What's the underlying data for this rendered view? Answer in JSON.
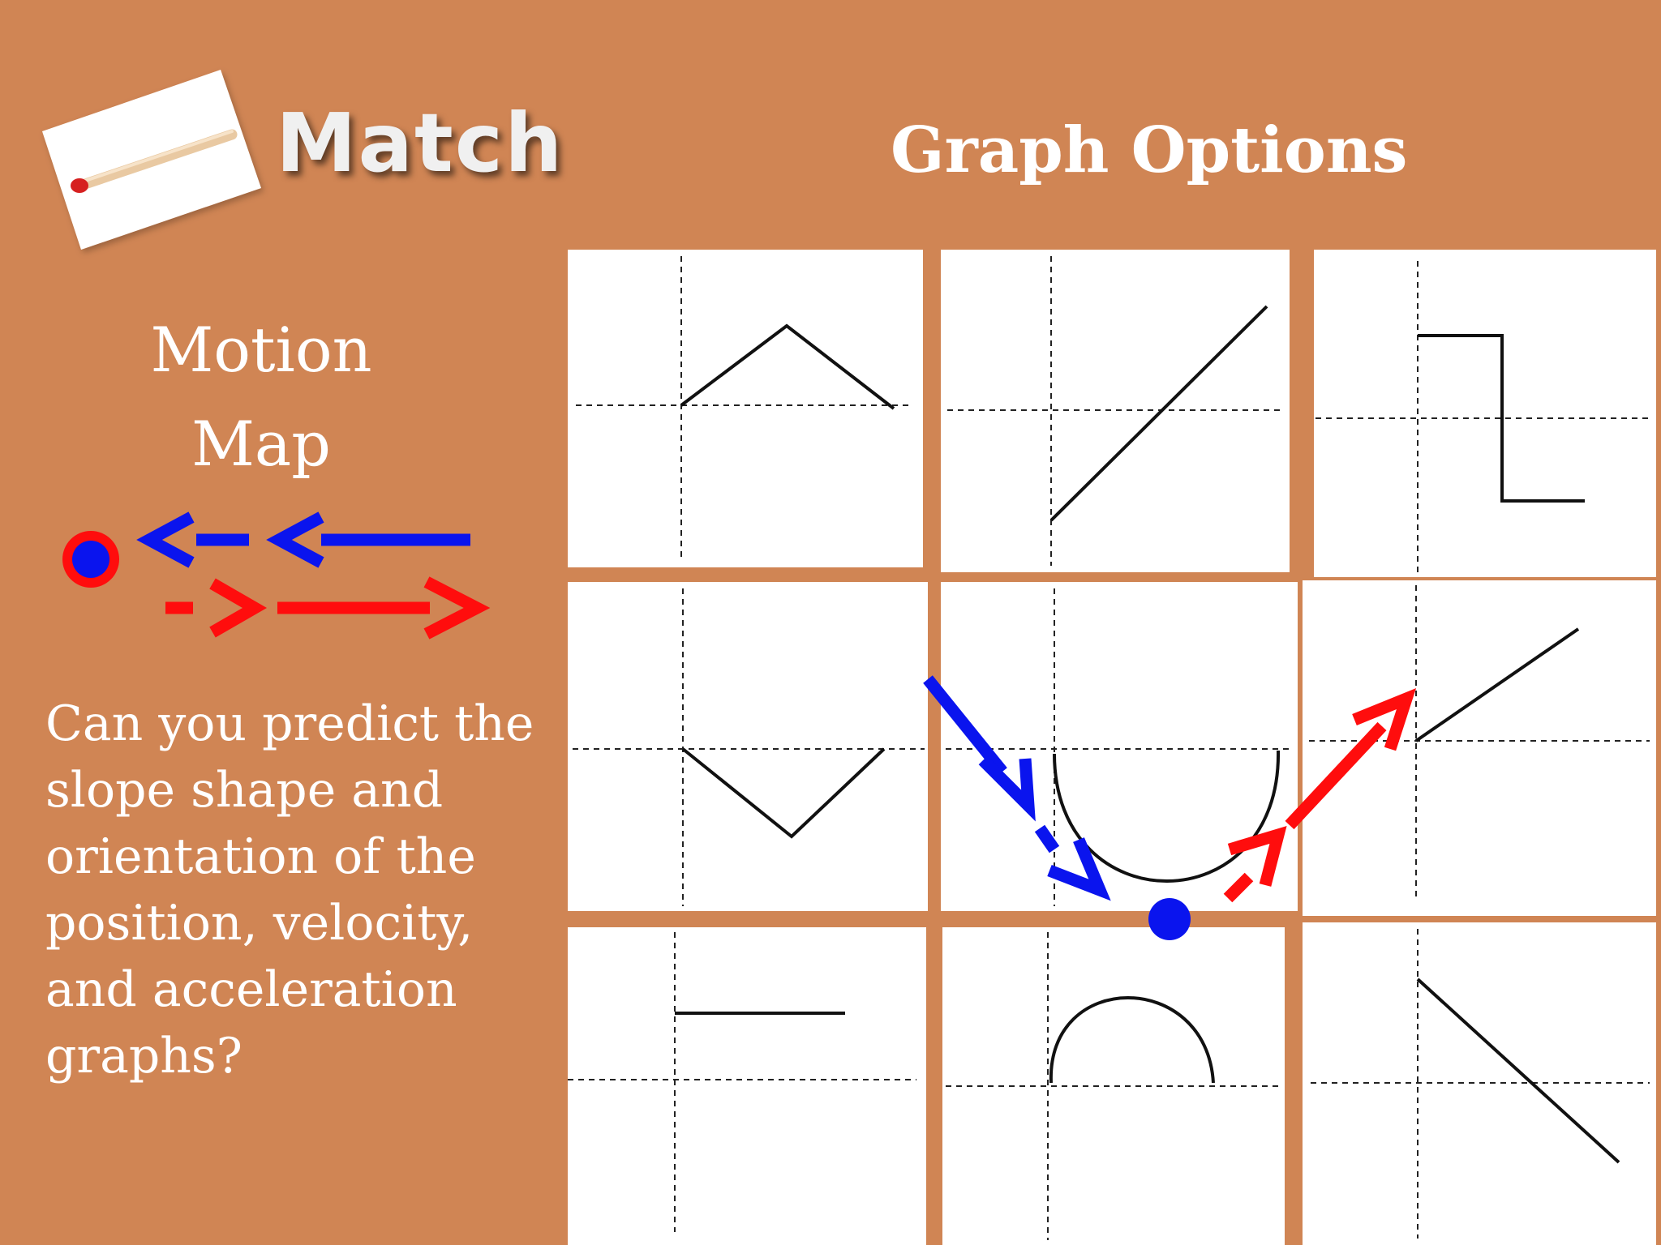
{
  "header": {
    "app_title": "Match",
    "section_title": "Graph Options"
  },
  "left_panel": {
    "motion_map_title_line1": "Motion",
    "motion_map_title_line2": "Map",
    "prompt_lines": [
      "Can you predict the",
      "slope shape and",
      "orientation of the",
      "position, velocity,",
      "and acceleration",
      "graphs?"
    ]
  },
  "colors": {
    "background": "#d08554",
    "blue": "#0a14ee",
    "red": "#ff0d0d",
    "panel": "#ffffff",
    "curve": "#111111"
  },
  "icons": {
    "logo": "matchstick-icon",
    "object_marker": "object-dot-icon"
  },
  "graph_options": [
    {
      "id": "peak"
    },
    {
      "id": "rising-line"
    },
    {
      "id": "step-down"
    },
    {
      "id": "valley"
    },
    {
      "id": "u-curve"
    },
    {
      "id": "rising-from-origin"
    },
    {
      "id": "flat-positive"
    },
    {
      "id": "dome"
    },
    {
      "id": "falling-line"
    }
  ]
}
